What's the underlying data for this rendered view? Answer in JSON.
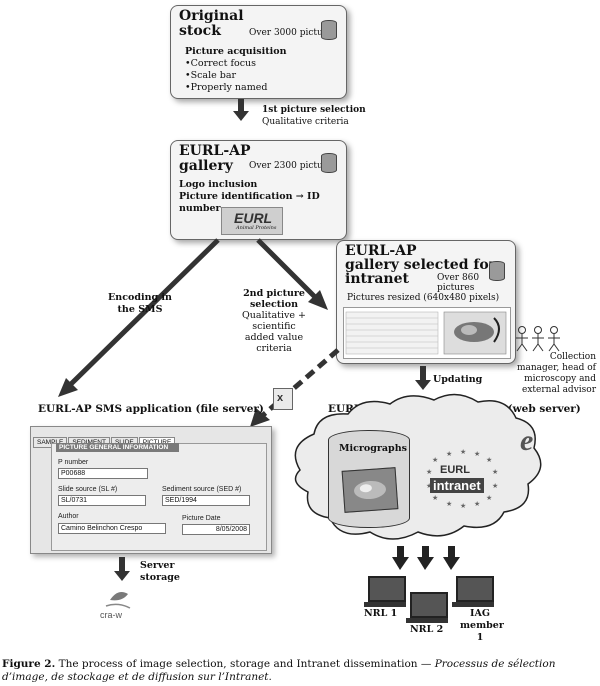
{
  "original_stock": {
    "title_line1": "Original",
    "title_line2": "stock",
    "count": "Over 3000 pictures",
    "heading": "Picture acquisition",
    "items": [
      "•Correct focus",
      "•Scale bar",
      "•Properly named"
    ]
  },
  "first_selection": {
    "label": "1st picture selection",
    "criteria": "Qualitative criteria"
  },
  "gallery": {
    "title_line1": "EURL-AP",
    "title_line2": "gallery",
    "count": "Over 2300 pictures",
    "line1": "Logo inclusion",
    "line2": "Picture identification → ID number",
    "logo_text": "EURL",
    "logo_sub": "Animal Proteins"
  },
  "intranet_gallery": {
    "title_line1": "EURL-AP",
    "title_line2": "gallery selected for",
    "title_line3": "intranet",
    "count": "Over 860 pictures",
    "resized": "Pictures resized (640x480 pixels)"
  },
  "encoding_label": [
    "Encoding in",
    "the SMS"
  ],
  "second_selection": [
    "2nd picture",
    "selection",
    "Qualitative +",
    "scientific",
    "added value",
    "criteria"
  ],
  "advisors": [
    "Collection",
    "manager, head of",
    "microscopy and",
    "external advisor"
  ],
  "updating": "Updating",
  "sms_app": {
    "title": "EURL-AP SMS application (file server)",
    "tabs": [
      "SAMPLE",
      "SEDIMENT",
      "SLIDE",
      "PICTURE"
    ],
    "section": "PICTURE GENERAL INFORMATION",
    "p_number_label": "P number",
    "p_number": "P00688",
    "slide_label": "Slide source (SL #)",
    "slide_value": "SL/0731",
    "sediment_label": "Sediment source (SED #)",
    "sediment_value": "SED/1994",
    "author_label": "Author",
    "author_value": "Camino Belinchon Crespo",
    "date_label": "Picture Date",
    "date_value": "8/05/2008"
  },
  "intranet_app": {
    "title": "EURL-AP Intranet application (web server)",
    "micrographs": "Micrographs",
    "logo_eurl": "EURL",
    "logo_intranet": "intranet"
  },
  "server_storage": [
    "Server",
    "storage"
  ],
  "cra_logo": "cra-w",
  "members": {
    "nrl1": "NRL 1",
    "nrl2": "NRL 2",
    "iag_line1": "IAG",
    "iag_line2": "member 1"
  },
  "caption": {
    "label": "Figure 2.",
    "text": " The process of image selection, storage and Intranet dissemination — ",
    "french": "Processus de sélection d’image, de stockage et de diffusion sur l’Intranet",
    "end": "."
  },
  "colors": {
    "arrow": "#333333",
    "card_bg": "#f4f4f4",
    "cloud": "#ececec"
  }
}
